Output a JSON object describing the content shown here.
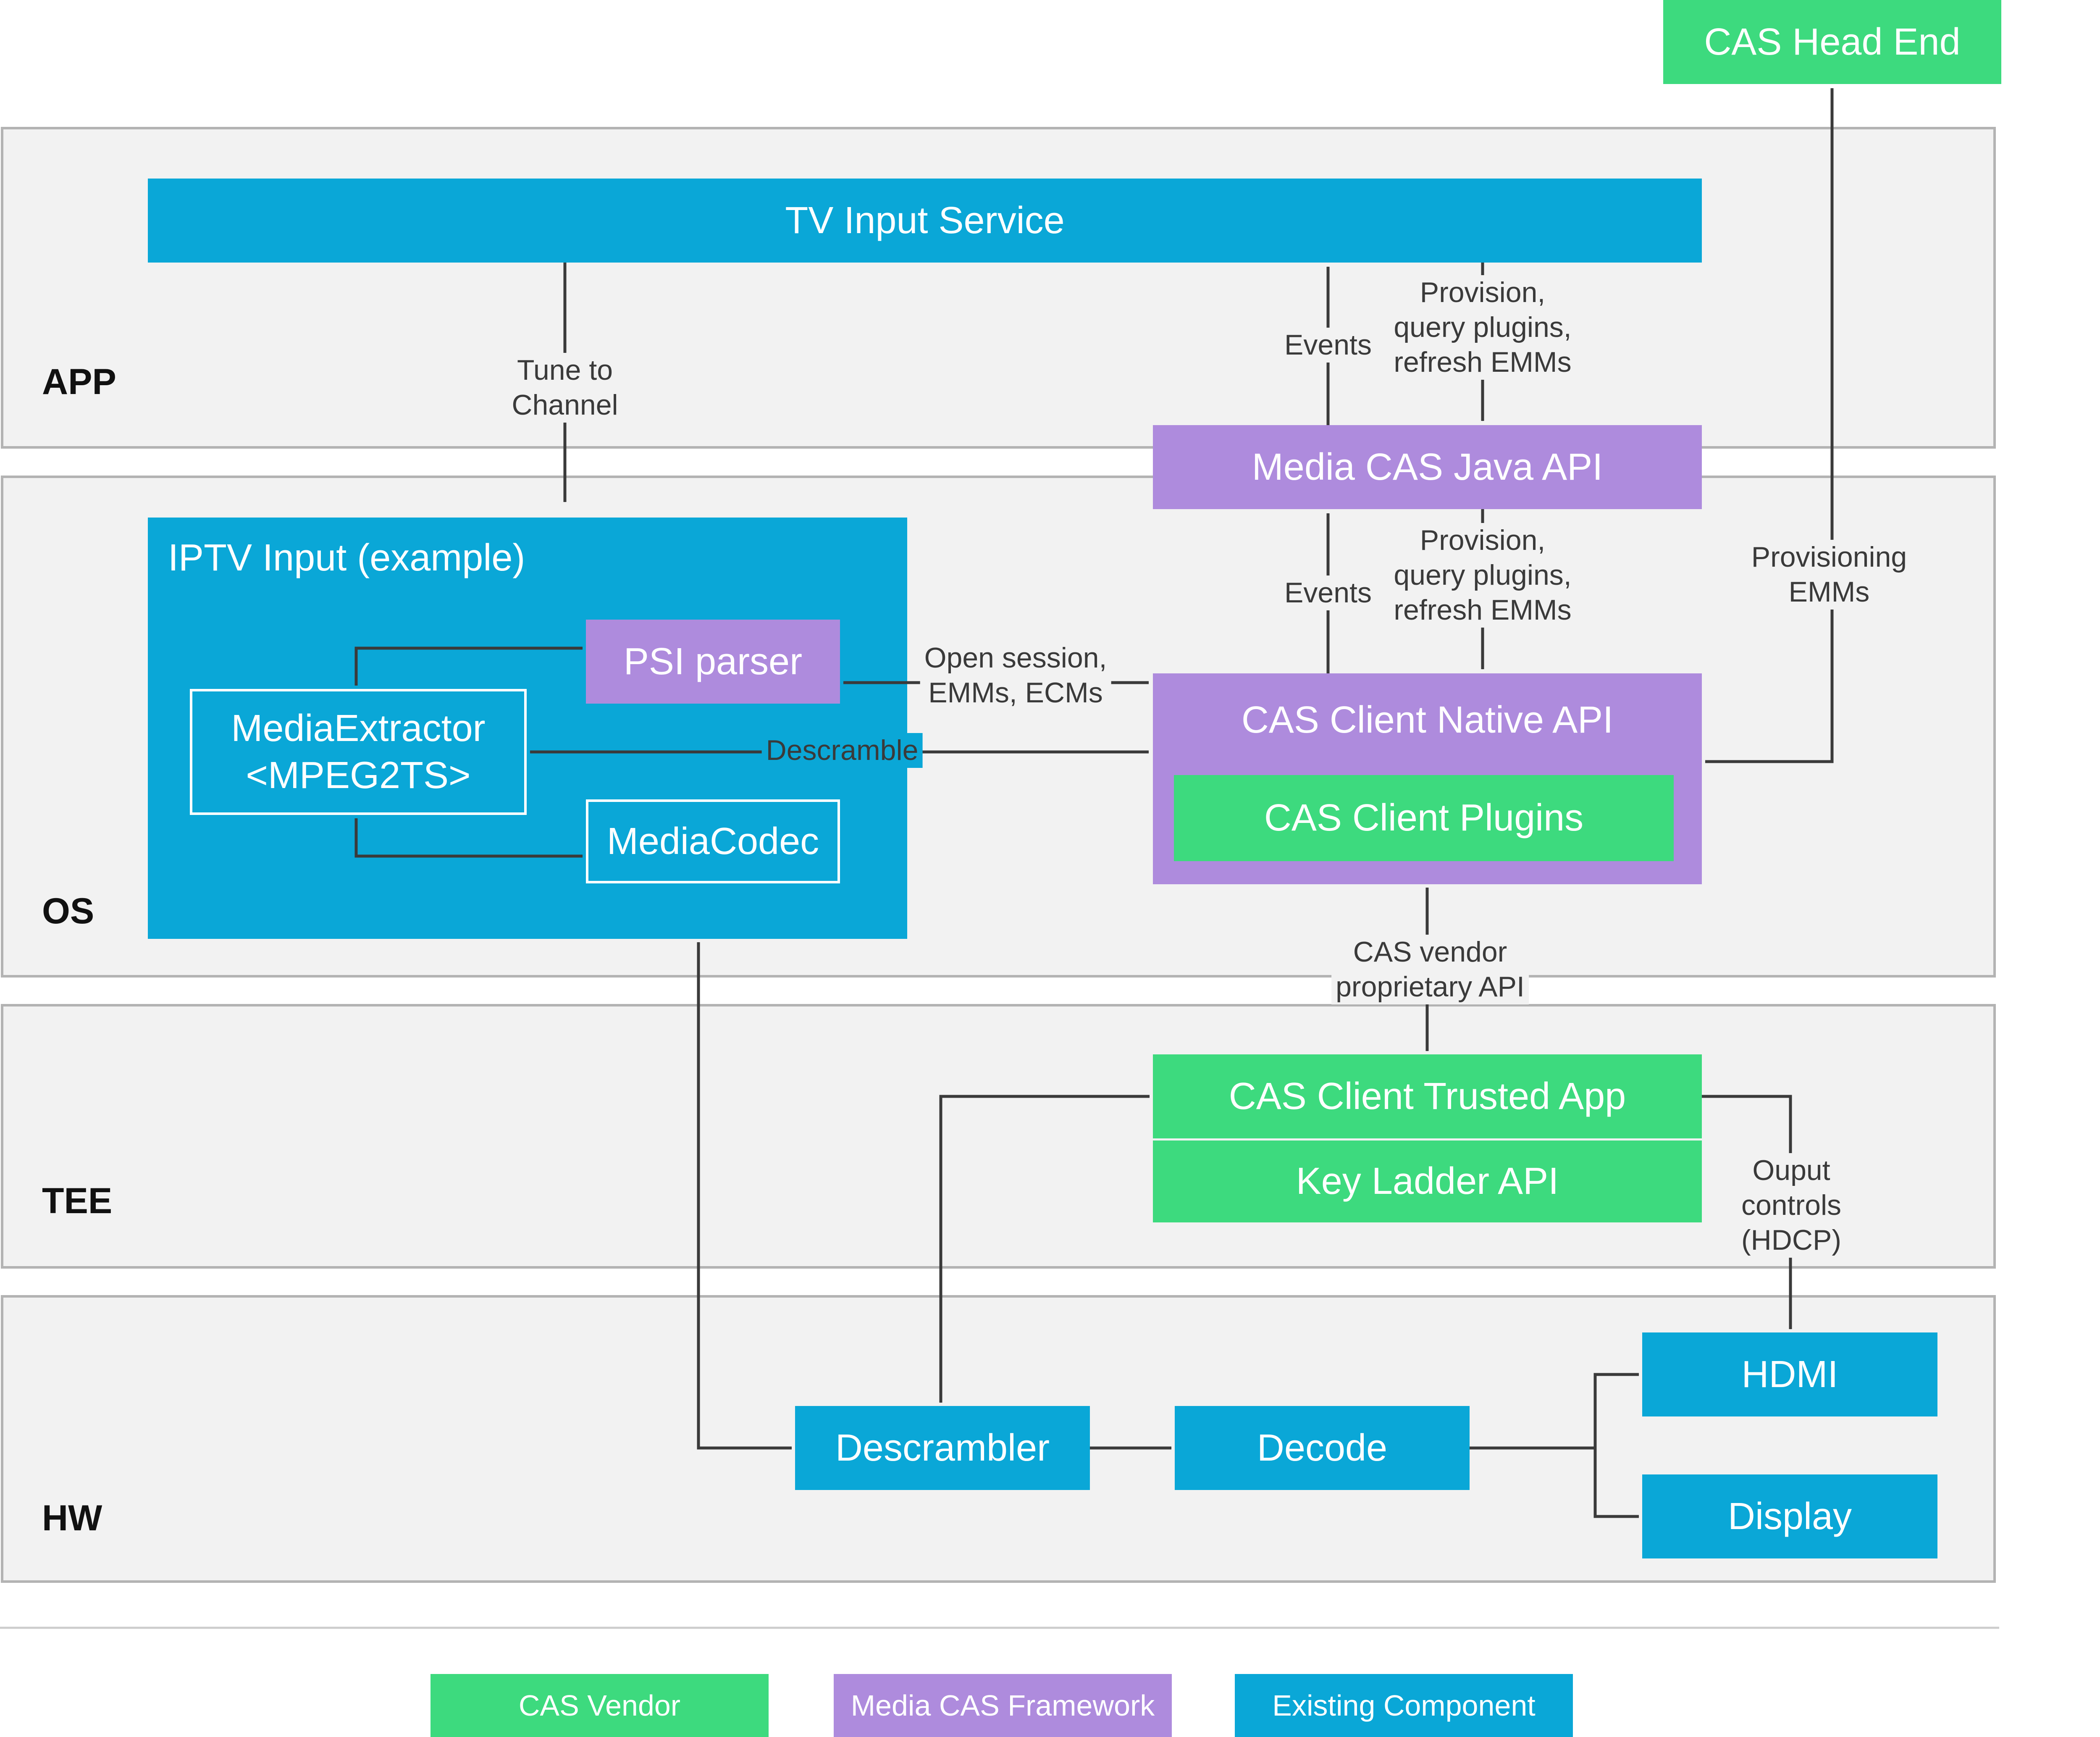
{
  "layers": {
    "app": "APP",
    "os": "OS",
    "tee": "TEE",
    "hw": "HW"
  },
  "boxes": {
    "cas_head_end": "CAS Head End",
    "tv_input_service": "TV Input Service",
    "media_cas_java_api": "Media CAS Java API",
    "iptv_input": "IPTV Input (example)",
    "psi_parser": "PSI parser",
    "media_extractor": "MediaExtractor\n<MPEG2TS>",
    "media_codec": "MediaCodec",
    "cas_client_native_api": "CAS Client Native API",
    "cas_client_plugins": "CAS Client Plugins",
    "cas_client_trusted_app": "CAS Client Trusted App",
    "key_ladder_api": "Key Ladder API",
    "descrambler": "Descrambler",
    "decode": "Decode",
    "hdmi": "HDMI",
    "display": "Display"
  },
  "labels": {
    "tune_to_channel": "Tune to\nChannel",
    "events_app": "Events",
    "provision_app": "Provision,\nquery plugins,\nrefresh EMMs",
    "events_os": "Events",
    "provision_os": "Provision,\nquery plugins,\nrefresh EMMs",
    "provisioning_emms": "Provisioning\nEMMs",
    "open_session": "Open session,\nEMMs, ECMs",
    "descramble": "Descramble",
    "cas_vendor_api": "CAS vendor\nproprietary API",
    "output_controls": "Ouput\ncontrols\n(HDCP)"
  },
  "legend": {
    "cas_vendor": "CAS Vendor",
    "media_cas_framework": "Media CAS Framework",
    "existing_component": "Existing Component"
  },
  "colors": {
    "existing_component": "#0aa7d7",
    "media_cas_framework": "#ae8bdd",
    "cas_vendor": "#3dda7e",
    "layer_background": "#f2f2f2",
    "connector": "#3a3a3a"
  }
}
